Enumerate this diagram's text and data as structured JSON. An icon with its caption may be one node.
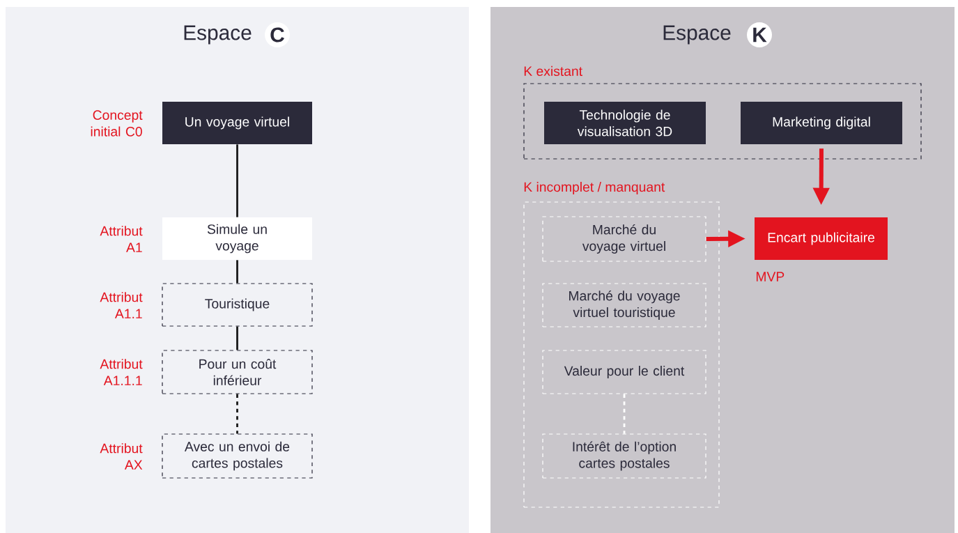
{
  "diagram": {
    "nodes": [
      {
        "text": [
          "Espace"
        ]
      },
      {
        "text": [
          "C"
        ],
        "in": 0
      },
      {
        "text": [
          "Un voyage virtuel"
        ],
        "in": 0,
        "beside": [
          "Concept initial C0"
        ]
      },
      {
        "text": [
          "Simule un voyage"
        ],
        "in": 0,
        "beside": [
          "Attribut A1"
        ]
      },
      {
        "text": [
          "Touristique"
        ],
        "in": 0,
        "beside": [
          "Attribut A1.1"
        ]
      },
      {
        "text": [
          "Pour un coût inférieur"
        ],
        "in": 0,
        "beside": [
          "Attribut A1.1.1"
        ]
      },
      {
        "text": [
          "Avec un envoi de cartes postales"
        ],
        "in": 0,
        "beside": [
          "Attribut AX"
        ]
      },
      {
        "text": [
          "Espace"
        ]
      },
      {
        "text": [
          "K"
        ],
        "in": 7
      },
      {
        "text": [
          "K existant"
        ],
        "in": 7
      },
      {
        "text": [
          "Technologie de visualisation 3D"
        ],
        "in": 9
      },
      {
        "text": [
          "Marketing digital"
        ],
        "in": 9
      },
      {
        "text": [
          "K incomplet / manquant"
        ],
        "in": 7
      },
      {
        "text": [
          "Marché du voyage virtuel"
        ],
        "in": 12
      },
      {
        "text": [
          "Marché du voyage virtuel touristique"
        ],
        "in": 12
      },
      {
        "text": [
          "Valeur pour le client"
        ],
        "in": 12
      },
      {
        "text": [
          "Intérêt de l’option cartes postales"
        ],
        "in": 12
      },
      {
        "text": [
          "Encart publicitaire"
        ],
        "in": 7,
        "beside": [
          "MVP"
        ]
      }
    ],
    "edges": [
      {
        "from": 2,
        "to": 3,
        "arrow": "none"
      },
      {
        "from": 3,
        "to": 4,
        "arrow": "none"
      },
      {
        "from": 4,
        "to": 5,
        "arrow": "none"
      },
      {
        "from": 5,
        "to": 6,
        "arrow": "none",
        "style": "dashed"
      },
      {
        "from": 11,
        "to": 17,
        "arrow": "to",
        "style": "thick",
        "color": "#e3141f"
      },
      {
        "from": 13,
        "to": 17,
        "arrow": "to",
        "style": "thick",
        "color": "#e3141f"
      },
      {
        "from": 15,
        "to": 16,
        "arrow": "none",
        "style": "dashed",
        "color": "#ffffff"
      }
    ]
  }
}
